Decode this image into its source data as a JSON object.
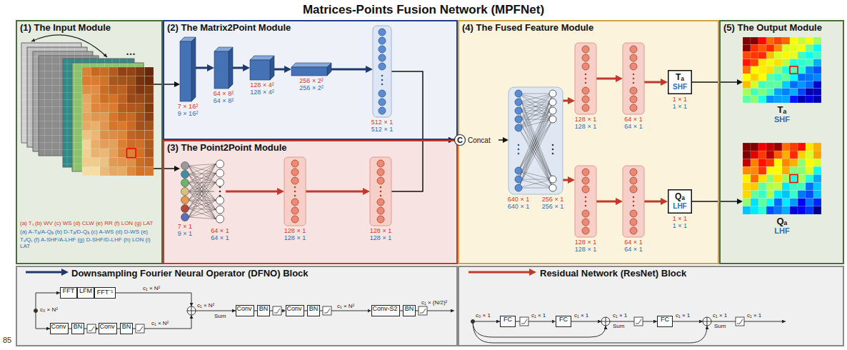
{
  "diagram": {
    "title": "Matrices-Points Fusion Network (MPFNet)",
    "nodes": [
      {
        "text": [
          "(1) The Input Module"
        ]
      },
      {
        "text": [
          "(a) Tₛ (b) WV (c) WS (d) CLW (e) RR (f) LON (g) LAT",
          "(a) A-Tₐ/A-Qₐ (b) D-Tₐ/D-Qₐ (c) A-WS (d) D-WS (e) Tₛ/Qₛ (f) A-SHF/A-LHF (g) D-SHF/D-LHF (h) LON (i) LAT"
        ],
        "in": 0
      },
      {
        "text": [
          "(2) The Matrix2Point Module"
        ]
      },
      {
        "text": [
          "7 × 16²",
          "9 × 16²"
        ],
        "in": 2
      },
      {
        "text": [
          "64 × 8²",
          "64 × 8²"
        ],
        "in": 2
      },
      {
        "text": [
          "128 × 4²",
          "128 × 4²"
        ],
        "in": 2
      },
      {
        "text": [
          "256 × 2²",
          "256 × 2²"
        ],
        "in": 2
      },
      {
        "text": [
          "512 × 1",
          "512 × 1"
        ],
        "in": 2
      },
      {
        "text": [
          "(3) The Point2Point Module"
        ]
      },
      {
        "text": [
          "7 × 1",
          "9 × 1"
        ],
        "in": 8
      },
      {
        "text": [
          "64 × 1",
          "64 × 1"
        ],
        "in": 8
      },
      {
        "text": [
          "128 × 1",
          "128 × 1"
        ],
        "in": 8
      },
      {
        "text": [
          "128 × 1",
          "128 × 1"
        ],
        "in": 8
      },
      {
        "text": [
          "(4) The Fused Feature Module"
        ]
      },
      {
        "text": [
          "C",
          "Concat"
        ],
        "in": 13
      },
      {
        "text": [
          "640 × 1",
          "640 × 1",
          "256 × 1",
          "256 × 1"
        ],
        "in": 13
      },
      {
        "text": [
          "128 × 1",
          "128 × 1"
        ],
        "in": 13
      },
      {
        "text": [
          "64 × 1",
          "64 × 1"
        ],
        "in": 13
      },
      {
        "text": [
          "Tₐ",
          "SHF",
          "1 × 1",
          "1 × 1"
        ],
        "in": 13
      },
      {
        "text": [
          "128 × 1",
          "128 × 1"
        ],
        "in": 13
      },
      {
        "text": [
          "64 × 1",
          "64 × 1"
        ],
        "in": 13
      },
      {
        "text": [
          "Qₐ",
          "LHF",
          "1 × 1",
          "1 × 1"
        ],
        "in": 13
      },
      {
        "text": [
          "(5) The Output Module"
        ]
      },
      {
        "text": [
          "Tₐ",
          "SHF"
        ],
        "in": 22
      },
      {
        "text": [
          "Qₐ",
          "LHF"
        ],
        "in": 22
      },
      {
        "text": [
          "Downsampling Fourier Neural Operator (DFNO) Block"
        ]
      },
      {
        "text": [
          "FFT"
        ],
        "in": 25
      },
      {
        "text": [
          "LFM"
        ],
        "in": 25
      },
      {
        "text": [
          "FFT⁻¹"
        ],
        "in": 25
      },
      {
        "text": [
          "Conv"
        ],
        "in": 25
      },
      {
        "text": [
          "BN"
        ],
        "in": 25
      },
      {
        "text": [
          "Conv"
        ],
        "in": 25
      },
      {
        "text": [
          "BN"
        ],
        "in": 25
      },
      {
        "text": [
          "Conv"
        ],
        "in": 25
      },
      {
        "text": [
          "BN"
        ],
        "in": 25
      },
      {
        "text": [
          "Conv"
        ],
        "in": 25
      },
      {
        "text": [
          "BN"
        ],
        "in": 25
      },
      {
        "text": [
          "Conv-S2"
        ],
        "in": 25
      },
      {
        "text": [
          "BN"
        ],
        "in": 25
      },
      {
        "text": [
          "Residual Network (ResNet) Block"
        ]
      },
      {
        "text": [
          "FC"
        ],
        "in": 39
      },
      {
        "text": [
          "FC"
        ],
        "in": 39
      },
      {
        "text": [
          "FC"
        ],
        "in": 39
      }
    ],
    "edges": [
      {
        "from": 1,
        "to": 3,
        "arrow": "to"
      },
      {
        "from": 1,
        "to": 9,
        "arrow": "to"
      },
      {
        "from": 3,
        "to": 4,
        "arrow": "to"
      },
      {
        "from": 4,
        "to": 5,
        "arrow": "to"
      },
      {
        "from": 5,
        "to": 6,
        "arrow": "to"
      },
      {
        "from": 6,
        "to": 7,
        "arrow": "to"
      },
      {
        "from": 9,
        "to": 10,
        "arrow": "none"
      },
      {
        "from": 10,
        "to": 11,
        "arrow": "to"
      },
      {
        "from": 11,
        "to": 12,
        "arrow": "to"
      },
      {
        "from": 7,
        "to": 14,
        "arrow": "to"
      },
      {
        "from": 12,
        "to": 14,
        "arrow": "to"
      },
      {
        "from": 14,
        "to": 15,
        "arrow": "to"
      },
      {
        "from": 15,
        "to": 16,
        "arrow": "to"
      },
      {
        "from": 15,
        "to": 19,
        "arrow": "to"
      },
      {
        "from": 16,
        "to": 17,
        "arrow": "to"
      },
      {
        "from": 19,
        "to": 20,
        "arrow": "to"
      },
      {
        "from": 17,
        "to": 18,
        "arrow": "to"
      },
      {
        "from": 20,
        "to": 21,
        "arrow": "to"
      },
      {
        "from": 18,
        "to": 23,
        "arrow": "to"
      },
      {
        "from": 21,
        "to": 24,
        "arrow": "to"
      },
      {
        "from": 29,
        "to": 30,
        "arrow": "none"
      },
      {
        "from": 30,
        "to": 31,
        "arrow": "to"
      },
      {
        "from": 31,
        "to": 32,
        "arrow": "none"
      },
      {
        "from": 33,
        "to": 34,
        "arrow": "none"
      },
      {
        "from": 34,
        "to": 35,
        "arrow": "to"
      },
      {
        "from": 35,
        "to": 36,
        "arrow": "none"
      },
      {
        "from": 36,
        "to": 37,
        "arrow": "to"
      },
      {
        "from": 37,
        "to": 38,
        "arrow": "none"
      },
      {
        "from": 40,
        "to": 41,
        "arrow": "to"
      }
    ],
    "labels": [
      "85",
      "…",
      "c₀ × N²",
      "c₁ × N²",
      "c₁ × N²",
      "c₁ × N²",
      "Sum",
      "c₁ × N²",
      "c₁ × (N/2)²",
      "c₀ × 1",
      "c₁ × 1",
      "c₁ × 1",
      "c₁ × 1",
      "Sum",
      "c₁ × 1",
      "c₁ × 1",
      "Sum",
      "c₁ × 1"
    ]
  }
}
